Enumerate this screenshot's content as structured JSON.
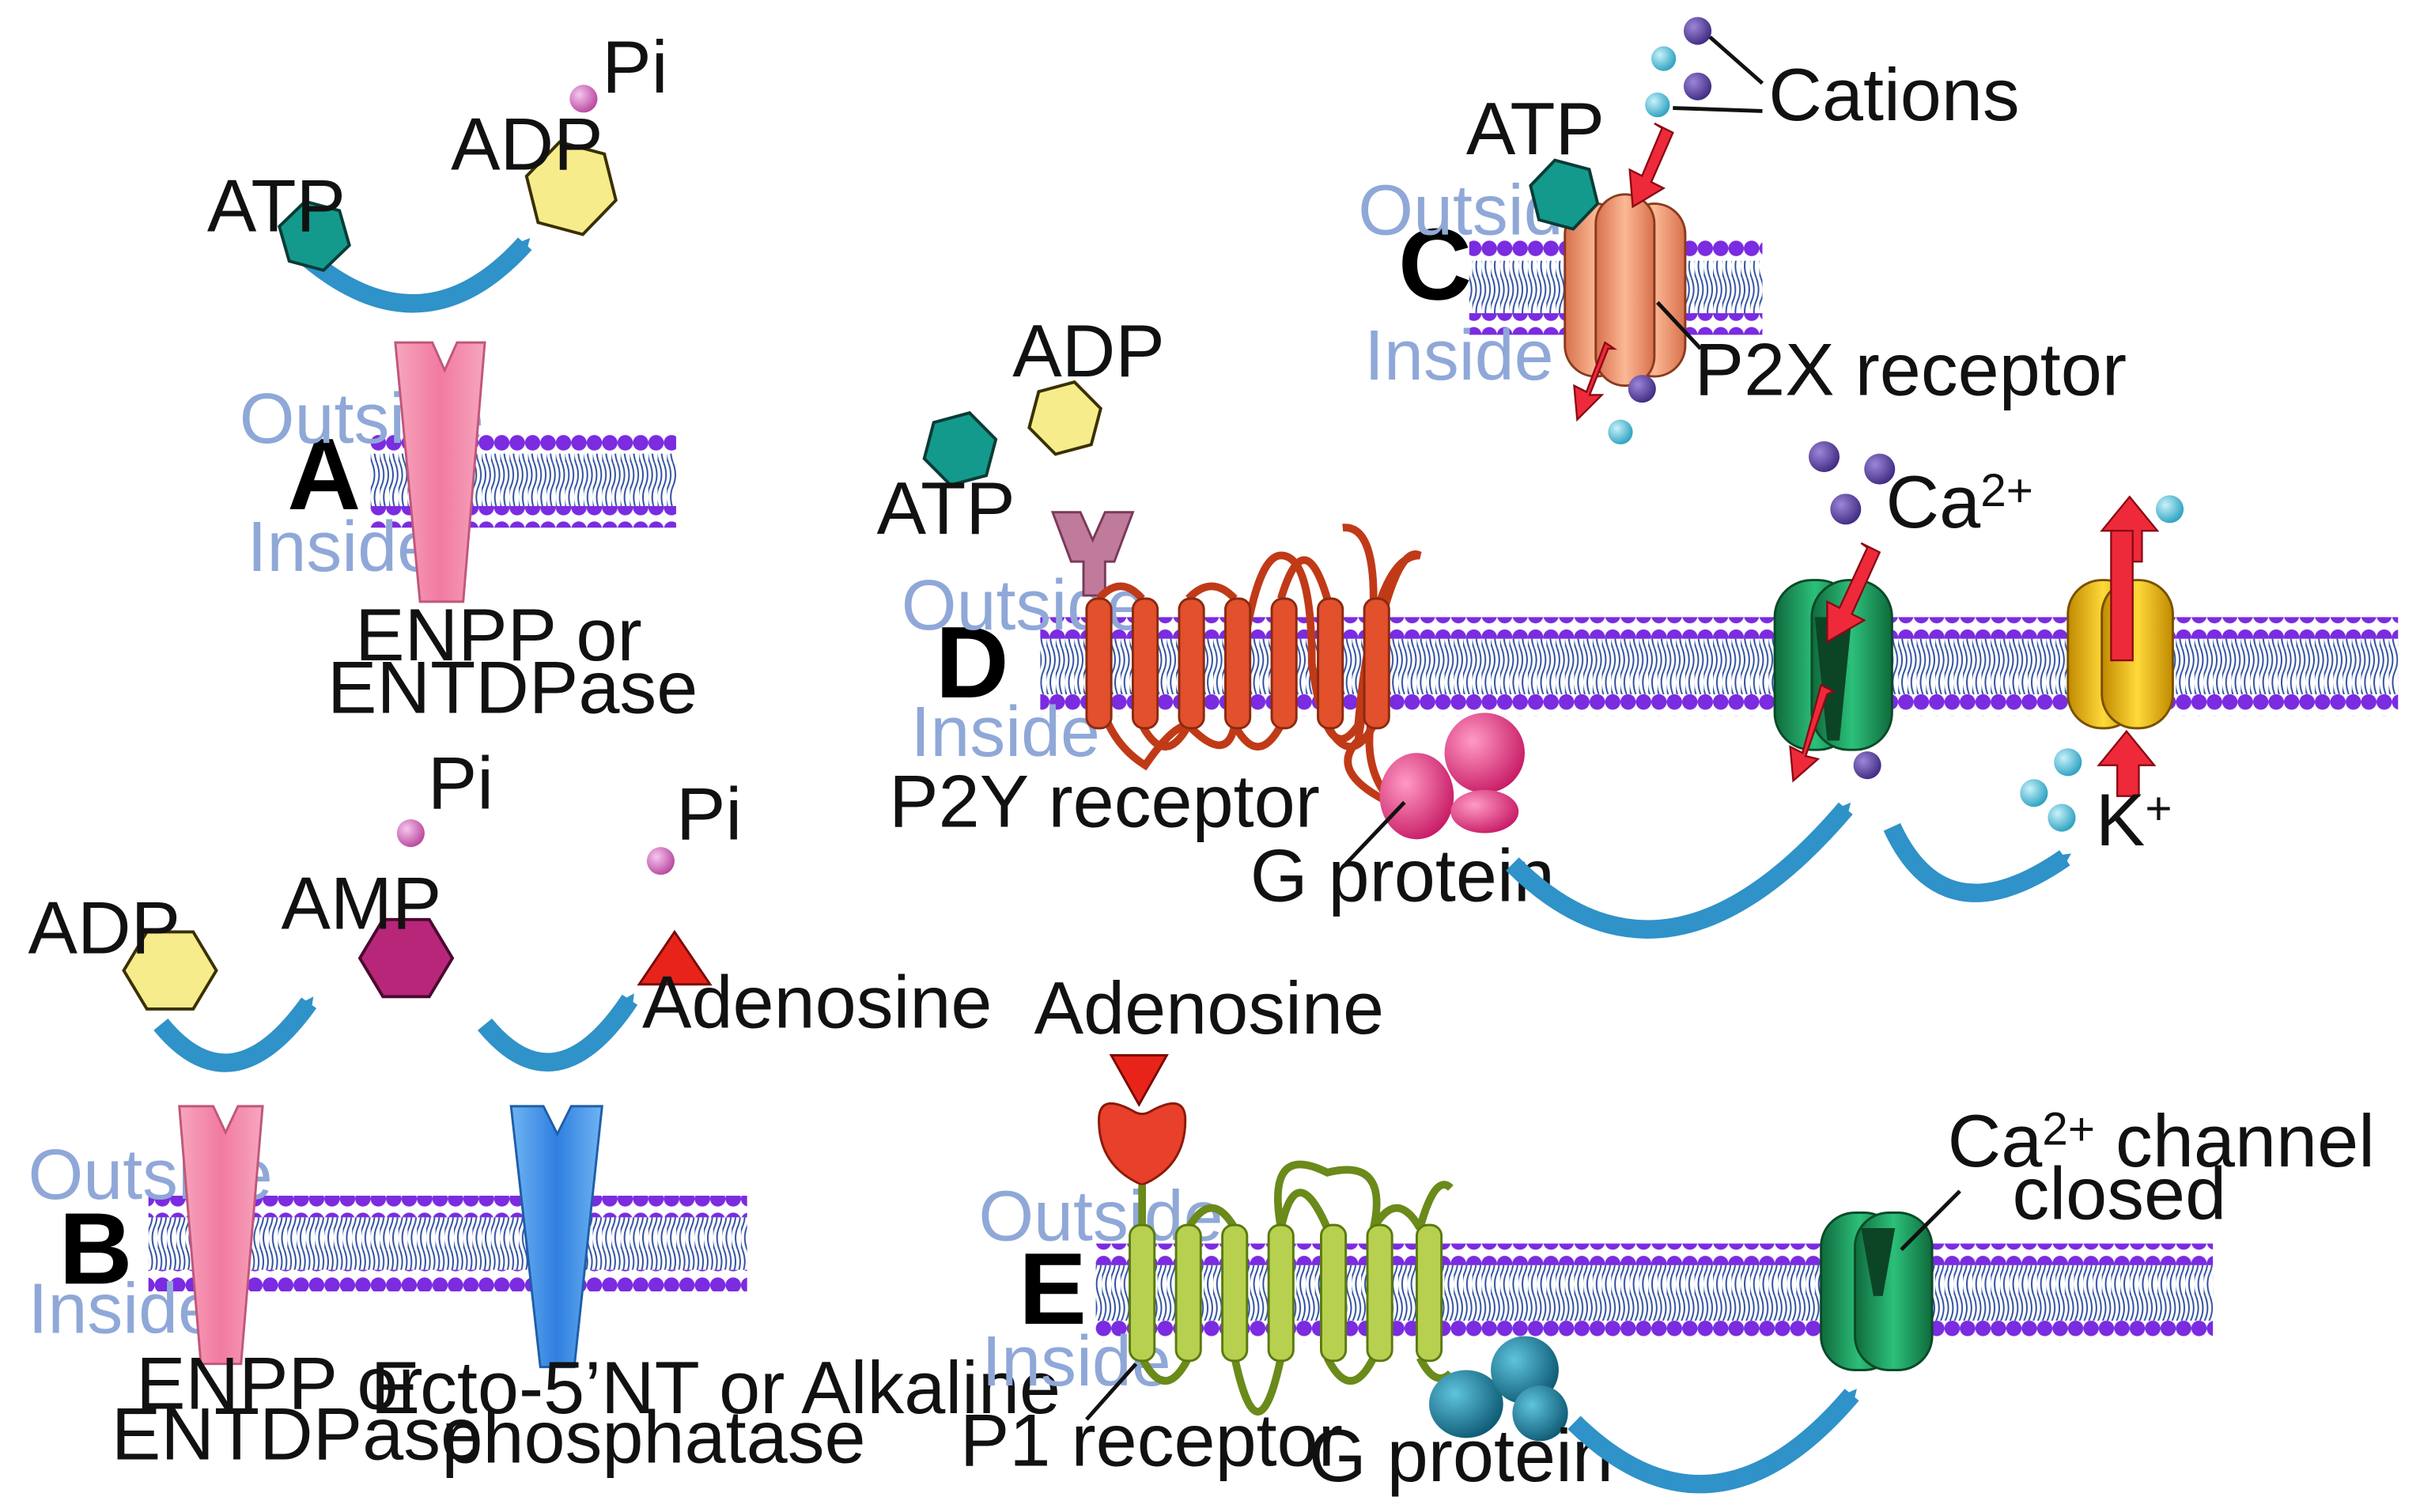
{
  "colors": {
    "membrane_head": "#7b2be0",
    "membrane_tail": "#2e4fa0",
    "atp": "#139a8c",
    "adp": "#f6ec8c",
    "amp": "#b8267a",
    "adenosine": "#e8241a",
    "pi": "#d06cc0",
    "enzyme_pink": "#f28aa8",
    "enzyme_blue": "#3a8ee6",
    "arrow_blue": "#2f92c8",
    "p2x": "#f5a07a",
    "p2y": "#e0482a",
    "p1": "#aac24a",
    "g_protein_pink": "#e8307a",
    "g_protein_teal": "#1f7d9a",
    "ca_channel": "#1fa060",
    "k_channel": "#f2c21a",
    "red_arrow": "#ee2a3a",
    "cation_purple": "#5a3fa0",
    "cation_cyan": "#48c0d8"
  },
  "icons": [
    "hexagon-atp-icon",
    "hexagon-adp-icon",
    "hexagon-amp-icon",
    "triangle-adenosine-icon",
    "sphere-pi-icon",
    "curved-arrow-icon",
    "red-arrow-icon"
  ],
  "membrane": {
    "outside": "Outside",
    "inside": "Inside"
  },
  "panelA": {
    "letter": "A",
    "atp": "ATP",
    "adp": "ADP",
    "pi": "Pi",
    "enzyme_line1": "ENPP or",
    "enzyme_line2": "ENTDPase"
  },
  "panelB": {
    "letter": "B",
    "adp": "ADP",
    "amp": "AMP",
    "pi1": "Pi",
    "pi2": "Pi",
    "adenosine": "Adenosine",
    "enzyme1_line1": "ENPP or",
    "enzyme1_line2": "ENTDPase",
    "enzyme2_line1": "Ecto-5’NT or Alkaline",
    "enzyme2_line2": "phosphatase"
  },
  "panelC": {
    "letter": "C",
    "atp": "ATP",
    "cations": "Cations",
    "receptor": "P2X receptor"
  },
  "panelD": {
    "letter": "D",
    "atp": "ATP",
    "adp": "ADP",
    "receptor": "P2Y receptor",
    "g_protein": "G protein",
    "ca_base": "Ca",
    "ca_sup": "2+",
    "k_base": "K",
    "k_sup": "+"
  },
  "panelE": {
    "letter": "E",
    "adenosine": "Adenosine",
    "receptor": "P1 receptor",
    "g_protein": "G protein",
    "channel_base": "Ca",
    "channel_sup": "2+",
    "channel_rest": " channel",
    "channel_line2": "closed"
  }
}
